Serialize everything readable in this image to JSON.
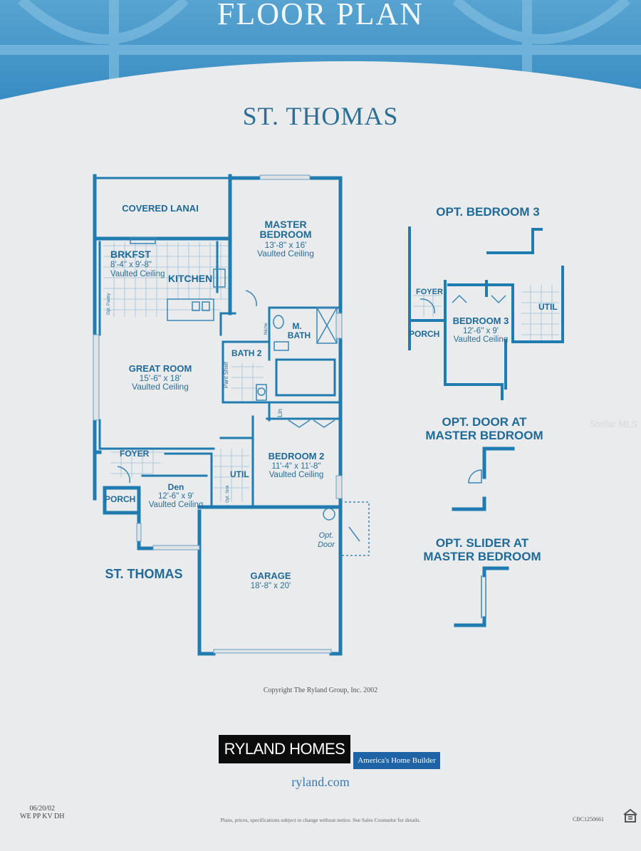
{
  "header": {
    "title": "FLOOR PLAN"
  },
  "plan": {
    "name": "ST. THOMAS",
    "name_label": "ST. THOMAS"
  },
  "rooms": {
    "covered_lanai": {
      "name": "COVERED LANAI"
    },
    "master_bedroom": {
      "name_line1": "MASTER",
      "name_line2": "BEDROOM",
      "size": "13'-8\" x 16'",
      "ceiling": "Vaulted Ceiling"
    },
    "brkfst": {
      "name": "BRKFST",
      "size": "8'-4\" x 9'-8\"",
      "ceiling": "Vaulted Ceiling"
    },
    "kitchen": {
      "name": "KITCHEN"
    },
    "opt_pantry": {
      "name": "Opt. Pantry"
    },
    "m_bath": {
      "name_line1": "M.",
      "name_line2": "BATH"
    },
    "niche": {
      "name": "Niche"
    },
    "bath2": {
      "name": "BATH 2"
    },
    "pant_shelf": {
      "name": "Pant Shelf"
    },
    "great_room": {
      "name": "GREAT ROOM",
      "size": "15'-6\" x 18'",
      "ceiling": "Vaulted Ceiling"
    },
    "lin": {
      "name": "Lin"
    },
    "foyer": {
      "name": "FOYER"
    },
    "bedroom2": {
      "name": "BEDROOM 2",
      "size": "11'-4\" x 11'-8\"",
      "ceiling": "Vaulted Ceiling"
    },
    "util": {
      "name": "UTIL"
    },
    "opt_sink": {
      "name": "Opt. Sink"
    },
    "den": {
      "name": "Den",
      "size": "12'-6\" x 9'",
      "ceiling": "Vaulted Ceiling"
    },
    "porch": {
      "name": "PORCH"
    },
    "garage": {
      "name": "GARAGE",
      "size": "18'-8\" x 20'"
    },
    "opt_door": {
      "line1": "Opt.",
      "line2": "Door"
    }
  },
  "options": {
    "opt_bedroom3": {
      "title": "OPT. BEDROOM 3",
      "foyer": "FOYER",
      "porch": "PORCH",
      "bedroom": "BEDROOM 3",
      "size": "12'-6\" x 9'",
      "ceiling": "Vaulted Ceiling",
      "util": "UTIL"
    },
    "opt_door_master": {
      "line1": "OPT. DOOR AT",
      "line2": "MASTER BEDROOM"
    },
    "opt_slider_master": {
      "line1": "OPT. SLIDER AT",
      "line2": "MASTER BEDROOM"
    }
  },
  "watermark": "Stellar MLS",
  "footer": {
    "copyright": "Copyright The Ryland Group, Inc. 2002",
    "brand": "RYLAND HOMES",
    "tagline": "America's Home Builder",
    "website": "ryland.com",
    "date": "06/20/02",
    "code": "WE PP KV DH",
    "disclaimer": "Plans, prices, specifications subject to change without notice. See Sales Counselor for details.",
    "license": "CBC1250661"
  },
  "colors": {
    "banner": "#3d8fc4",
    "wall": "#1f7bb0",
    "text": "#1f6a97",
    "page": "#e9ebec"
  },
  "icons": {
    "equal_housing": "equal-housing-icon"
  }
}
